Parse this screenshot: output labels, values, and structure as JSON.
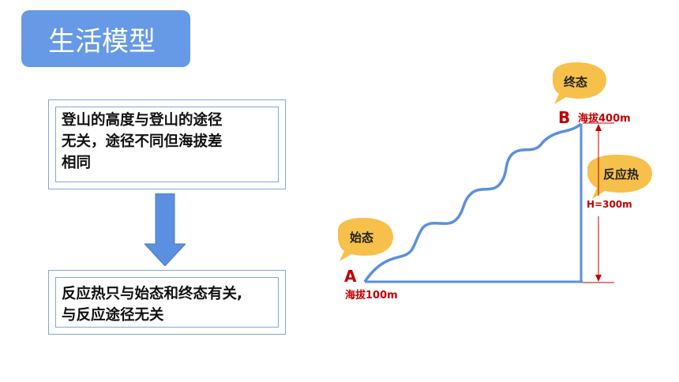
{
  "title": "生活模型",
  "box1_text": "登山的高度与登山的途径\n无关，途径不同但海拔差\n相同",
  "box2_text": "反应热只与始态和终态有关,\n与反应途径无关",
  "diagram": {
    "start_bubble": "始态",
    "end_bubble": "终态",
    "heat_bubble": "反应热",
    "point_a": "A",
    "point_b": "B",
    "altitude_a": "海拔100m",
    "altitude_b": "海拔400m",
    "height_label": "H=300m"
  },
  "colors": {
    "title_bg": "#6699e6",
    "box_border": "#7fa6dc",
    "arrow": "#5b8fdf",
    "path": "#5b8fdf",
    "red": "#c00000",
    "bubble": "#f6c04a"
  }
}
